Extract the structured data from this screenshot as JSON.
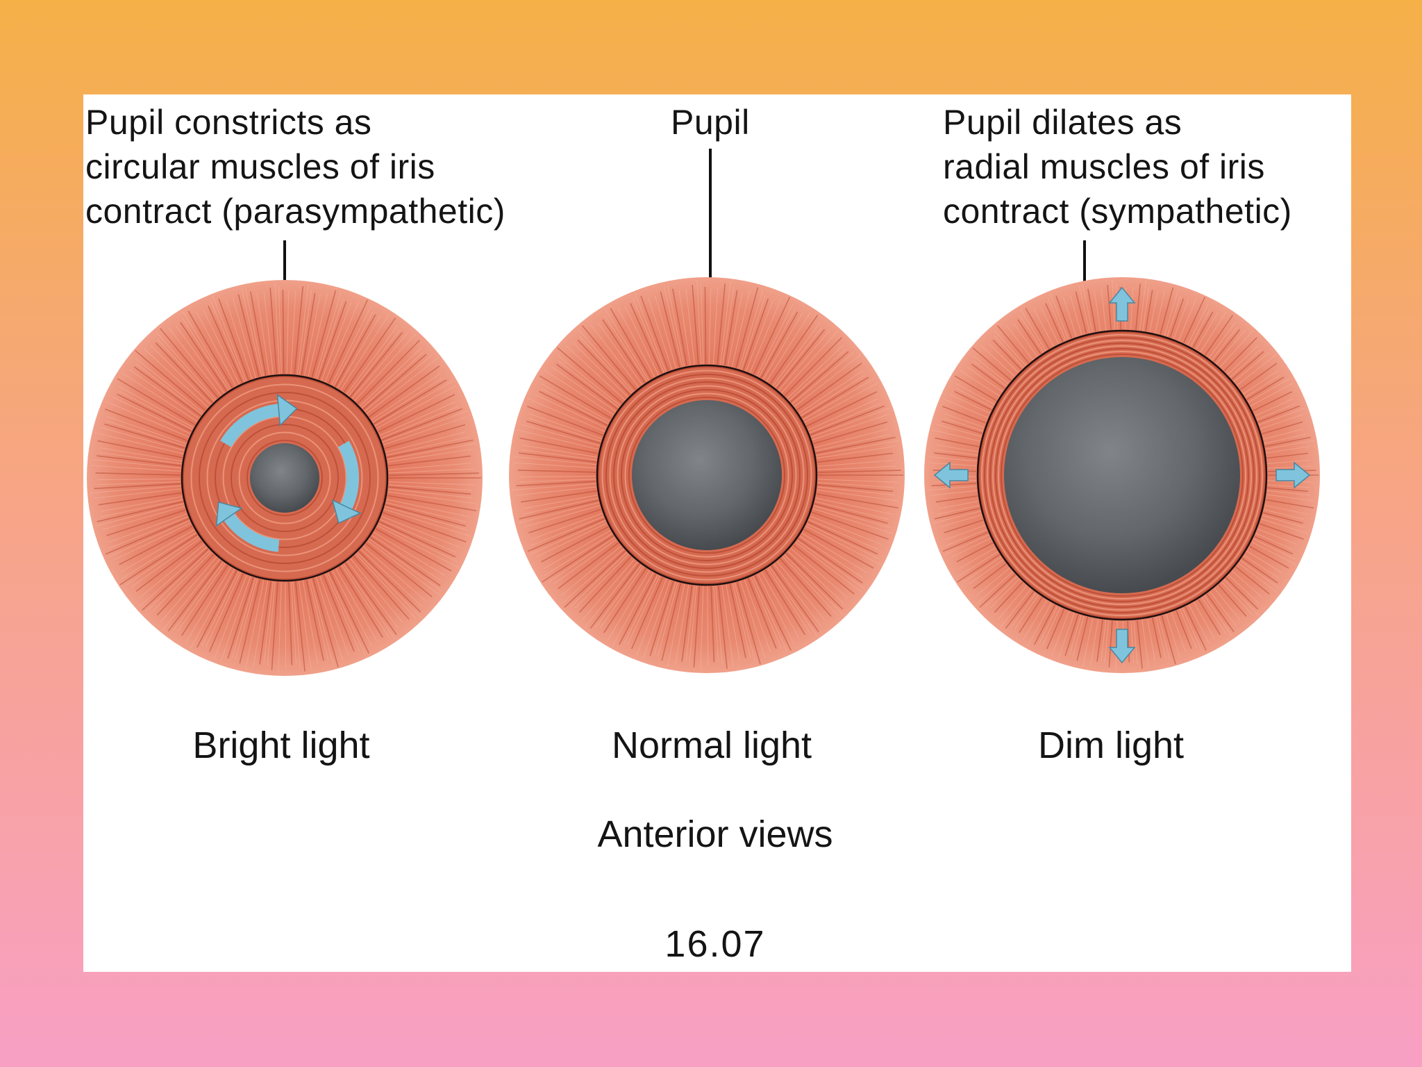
{
  "captions": {
    "left": "Pupil constricts as\ncircular muscles of iris\ncontract (parasympathetic)",
    "middle": "Pupil",
    "right": "Pupil dilates as\nradial muscles of iris\ncontract (sympathetic)"
  },
  "conditions": {
    "bright": "Bright light",
    "normal": "Normal light",
    "dim": "Dim light"
  },
  "view_label": "Anterior views",
  "figure_number": "16.07",
  "colors": {
    "background_top": "#f5b048",
    "background_bottom": "#f8a0c4",
    "iris": "#e6826a",
    "iris_dark": "#c75a44",
    "pupil": "#5a5f63",
    "arrow": "#7fc4dc"
  },
  "icons": {
    "constriction_arrows": "curved-arrow-icon",
    "dilation_arrows": "outward-arrow-icon"
  }
}
